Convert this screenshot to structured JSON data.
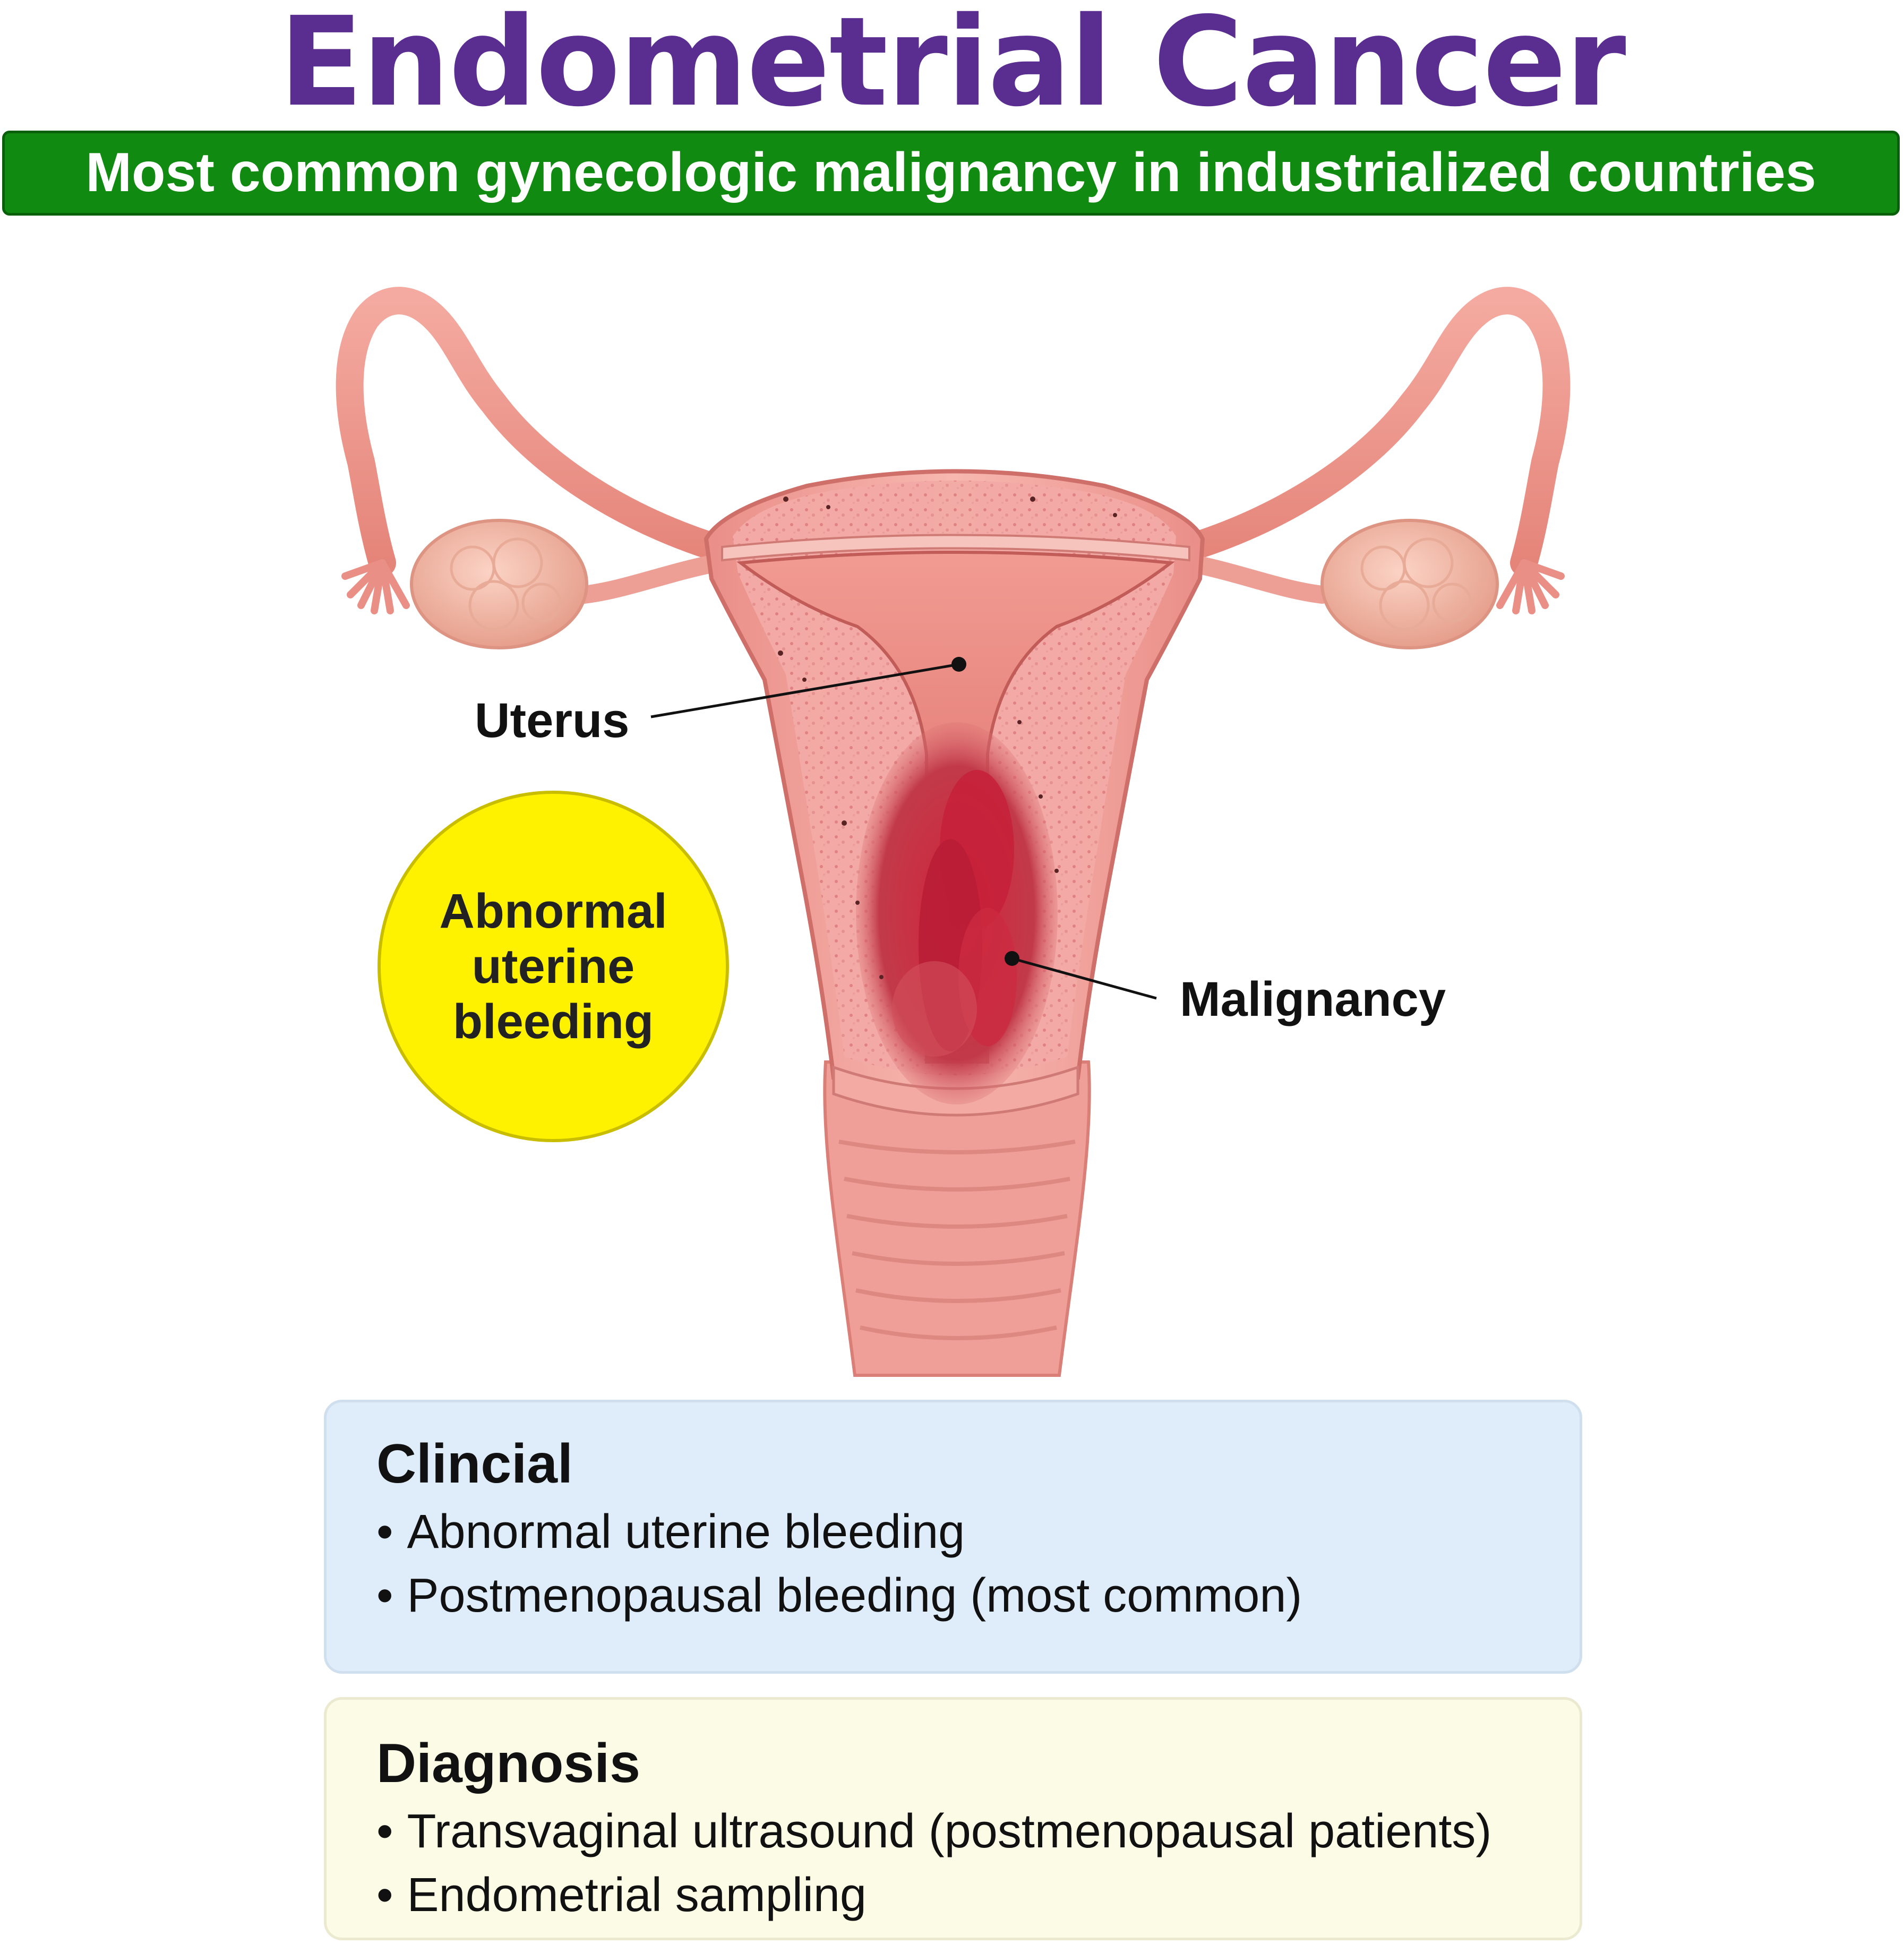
{
  "title": "Endometrial Cancer",
  "subtitle": "Most common gynecologic malignancy in industrialized countries",
  "labels": {
    "uterus": "Uterus",
    "malignancy": "Malignancy"
  },
  "bubble": {
    "text": "Abnormal uterine bleeding"
  },
  "clinical": {
    "heading": "Clincial",
    "items": [
      "Abnormal uterine bleeding",
      "Postmenopausal bleeding (most common)"
    ]
  },
  "diagnosis": {
    "heading": "Diagnosis",
    "items": [
      "Transvaginal ultrasound (postmenopausal patients)",
      "Endometrial sampling"
    ]
  },
  "colors": {
    "title": "#5a2d91",
    "banner": "#118a11",
    "bubble": "#fff200",
    "clinical_panel": "#dfedfb",
    "diagnosis_panel": "#fcfbe6"
  }
}
